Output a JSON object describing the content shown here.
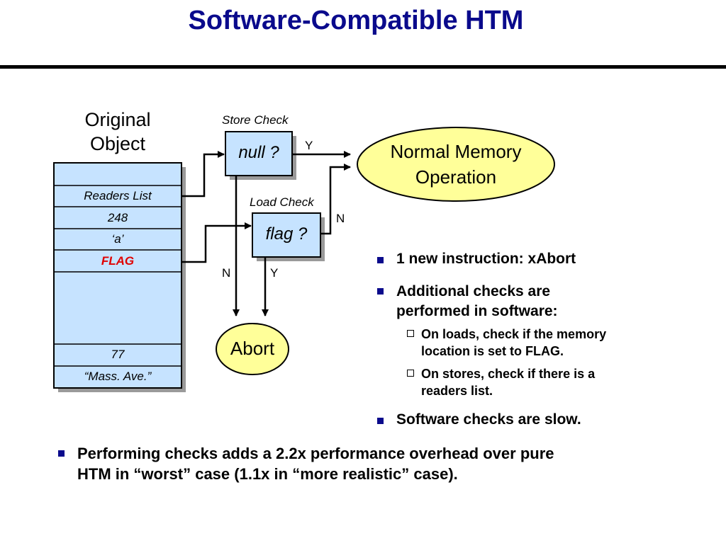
{
  "slide": {
    "title": "Software-Compatible HTM"
  },
  "object": {
    "heading_line1": "Original",
    "heading_line2": "Object",
    "cells": [
      "Readers List",
      "248",
      "‘a’",
      "FLAG",
      "77",
      "“Mass. Ave.”"
    ]
  },
  "flowchart": {
    "store_check_label": "Store Check",
    "store_check_box": "null ?",
    "load_check_label": "Load Check",
    "load_check_box": "flag ?",
    "normal_line1": "Normal Memory",
    "normal_line2": "Operation",
    "abort": "Abort",
    "store_yes": "Y",
    "store_no": "N",
    "load_no": "N",
    "load_yes": "Y"
  },
  "bullets": {
    "b1": "1 new instruction: xAbort",
    "b2_line1": "Additional checks are",
    "b2_line2": "performed in software:",
    "sub1_line1": "On loads, check if the memory",
    "sub1_line2": "location is set to FLAG.",
    "sub2_line1": "On stores, check if there is a",
    "sub2_line2": "readers list.",
    "b3": "Software checks are slow.",
    "b4_line1": "Performing checks adds a 2.2x performance overhead over pure",
    "b4_line2": "HTM in “worst” case (1.1x in “more realistic” case)."
  },
  "colors": {
    "title": "#0A0A8C",
    "box_fill": "#C6E3FF",
    "ellipse_fill": "#FFFF99",
    "flag_text": "#E00000",
    "bullet": "#0A0A8C",
    "shadow": "#9A9A9A"
  }
}
